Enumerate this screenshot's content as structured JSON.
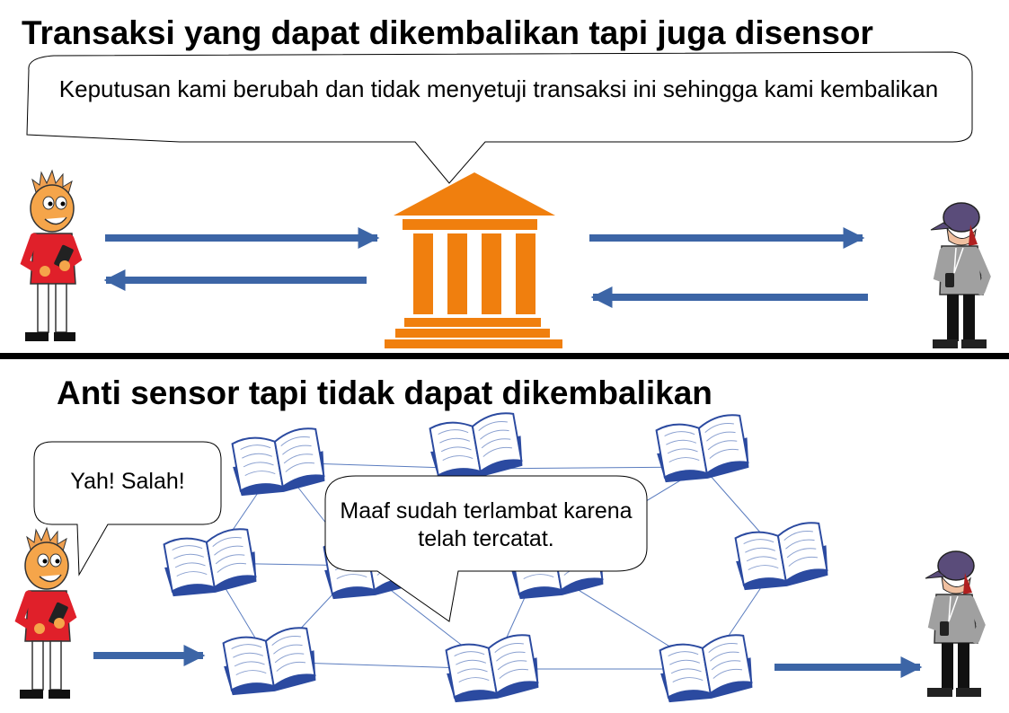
{
  "titles": {
    "top": "Transaksi yang dapat dikembalikan tapi juga disensor",
    "bottom": "Anti sensor tapi tidak dapat dikembalikan"
  },
  "bubbles": {
    "bank": "Keputusan kami berubah dan tidak menyetuji transaksi ini sehingga kami kembalikan",
    "sender_bottom": "Yah! Salah!",
    "network": "Maaf sudah terlambat karena telah tercatat."
  },
  "colors": {
    "arrow": "#3c65a6",
    "bank": "#f07f0e",
    "book_edge": "#2b4aa0",
    "sender_shirt": "#e0202a",
    "receiver_hat": "#5a4c7a"
  }
}
